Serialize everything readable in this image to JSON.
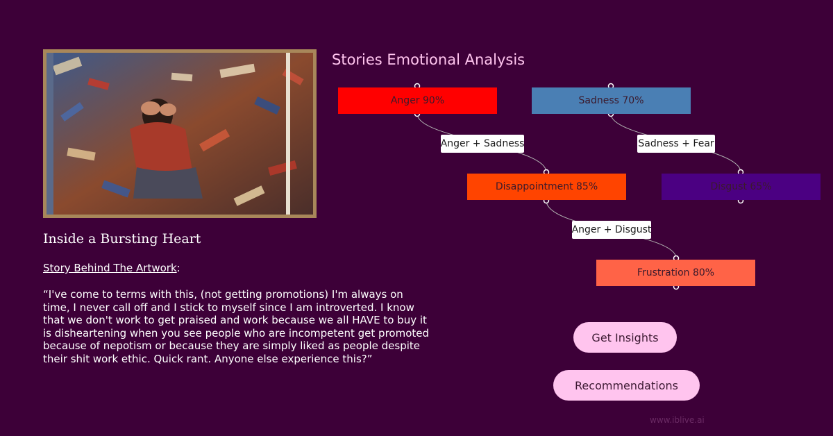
{
  "artwork": {
    "title": "Inside a Bursting Heart"
  },
  "story": {
    "label": "Story Behind The Artwork",
    "label_suffix": ":",
    "text": "“I've come to terms with this, (not getting promotions) I'm always on time, I never call off and I stick to myself since I am introverted. I know that we don't work to get praised and work because we all HAVE to buy it is disheartening when you see people who are incompetent get promoted because of nepotism or because they are simply liked as people despite their shit work ethic. Quick rant. Anyone else experience this?”"
  },
  "analysis": {
    "title": "Stories Emotional Analysis",
    "nodes": [
      {
        "label": "Anger 90%",
        "color": "#ff0000"
      },
      {
        "label": "Sadness 70%",
        "color": "#4a7fb4"
      },
      {
        "label": "Disappointment 85%",
        "color": "#ff4400"
      },
      {
        "label": "Disgust 65%",
        "color": "#4b0082"
      },
      {
        "label": "Frustration 80%",
        "color": "#ff6347"
      }
    ],
    "edges": [
      {
        "label": "Anger + Sadness"
      },
      {
        "label": "Sadness + Fear"
      },
      {
        "label": "Anger + Disgust"
      }
    ]
  },
  "buttons": {
    "insights": "Get Insights",
    "recommendations": "Recommendations"
  },
  "watermark": "www.iblive.ai"
}
